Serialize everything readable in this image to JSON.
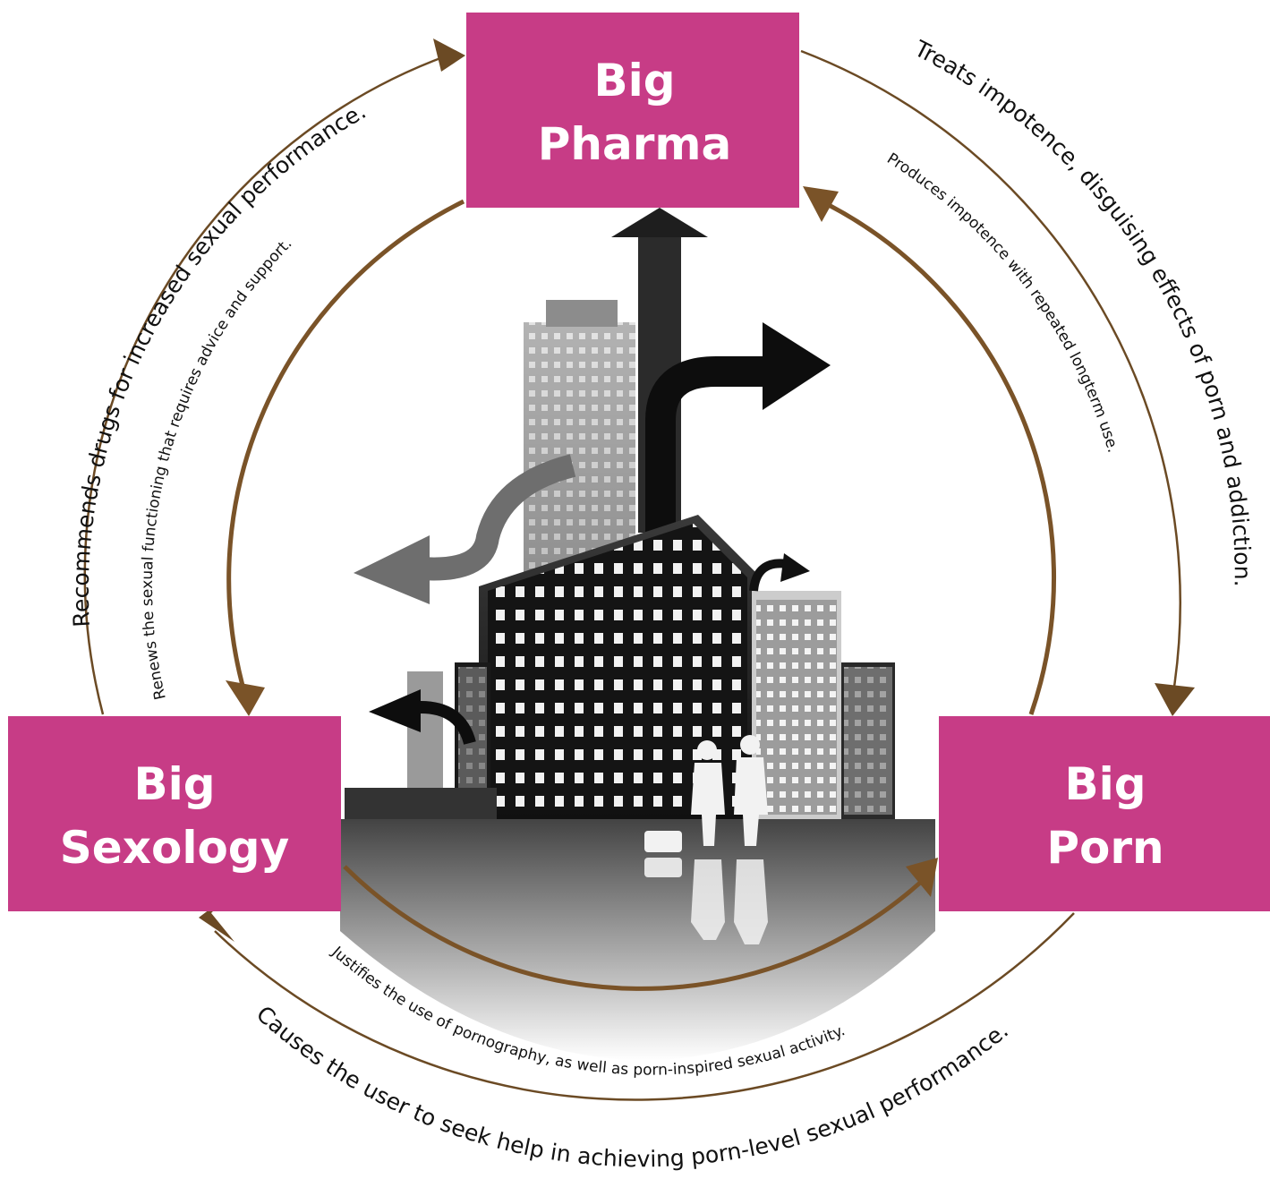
{
  "nodes": {
    "pharma": {
      "line1": "Big",
      "line2": "Pharma"
    },
    "sexology": {
      "line1": "Big",
      "line2": "Sexology"
    },
    "porn": {
      "line1": "Big",
      "line2": "Porn"
    }
  },
  "edges": {
    "outer_sexology_to_pharma": "Recommends drugs for increased sexual performance.",
    "outer_pharma_to_porn": "Treats impotence, disguising effects of porn and addiction.",
    "outer_porn_to_sexology": "Causes the user to seek help in achieving porn-level sexual performance.",
    "inner_pharma_to_sexology": "Renews the sexual functioning that requires advice and support.",
    "inner_porn_to_pharma": "Produces impotence with repeated longterm use.",
    "inner_sexology_to_porn": "Justifies the use of pornography, as well as porn-inspired sexual activity."
  },
  "colors": {
    "box": "#c73c86",
    "box_text": "#ffffff",
    "arrow": "#6b4a24"
  },
  "illustration": {
    "icon": "city-skyline-handshake-icon"
  }
}
